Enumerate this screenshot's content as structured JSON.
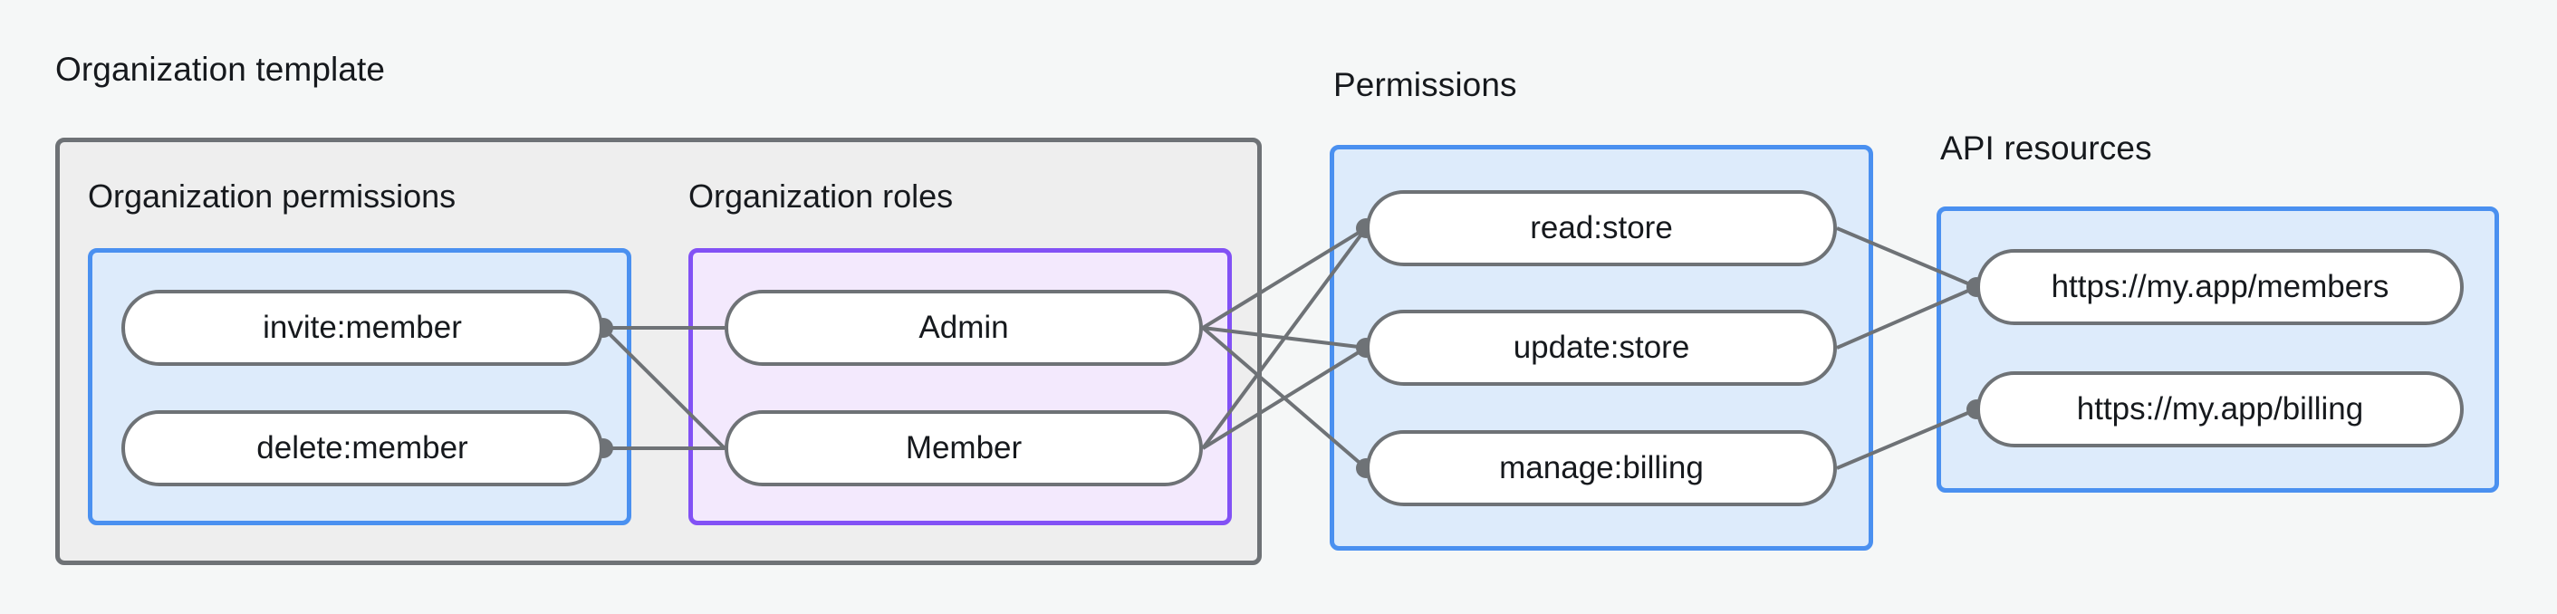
{
  "groups": {
    "org_template": {
      "label": "Organization template",
      "sections": {
        "org_permissions": {
          "label": "Organization permissions",
          "nodes": [
            {
              "label": "invite:member"
            },
            {
              "label": "delete:member"
            }
          ]
        },
        "org_roles": {
          "label": "Organization roles",
          "nodes": [
            {
              "label": "Admin"
            },
            {
              "label": "Member"
            }
          ]
        }
      }
    },
    "permissions": {
      "label": "Permissions",
      "nodes": [
        {
          "label": "read:store"
        },
        {
          "label": "update:store"
        },
        {
          "label": "manage:billing"
        }
      ]
    },
    "api_resources": {
      "label": "API resources",
      "nodes": [
        {
          "label": "https://my.app/members"
        },
        {
          "label": "https://my.app/billing"
        }
      ]
    }
  },
  "edges": [
    {
      "from": "invite:member",
      "to": "Admin"
    },
    {
      "from": "invite:member",
      "to": "Member"
    },
    {
      "from": "delete:member",
      "to": "Member"
    },
    {
      "from": "Admin",
      "to": "read:store"
    },
    {
      "from": "Admin",
      "to": "update:store"
    },
    {
      "from": "Admin",
      "to": "manage:billing"
    },
    {
      "from": "Member",
      "to": "read:store"
    },
    {
      "from": "Member",
      "to": "update:store"
    },
    {
      "from": "read:store",
      "to": "https://my.app/members"
    },
    {
      "from": "update:store",
      "to": "https://my.app/members"
    },
    {
      "from": "manage:billing",
      "to": "https://my.app/billing"
    }
  ],
  "colors": {
    "page_background": "#f5f7f7",
    "container_gray_fill": "#eeeeee",
    "container_gray_border": "#6e7276",
    "container_blue_fill": "#ddebfb",
    "container_blue_border": "#4a90f0",
    "container_purple_fill": "#f3e9fd",
    "container_purple_border": "#8251f5",
    "node_fill": "#ffffff",
    "node_border": "#6e7276",
    "edge_stroke": "#6e7276",
    "text": "#16191d"
  }
}
